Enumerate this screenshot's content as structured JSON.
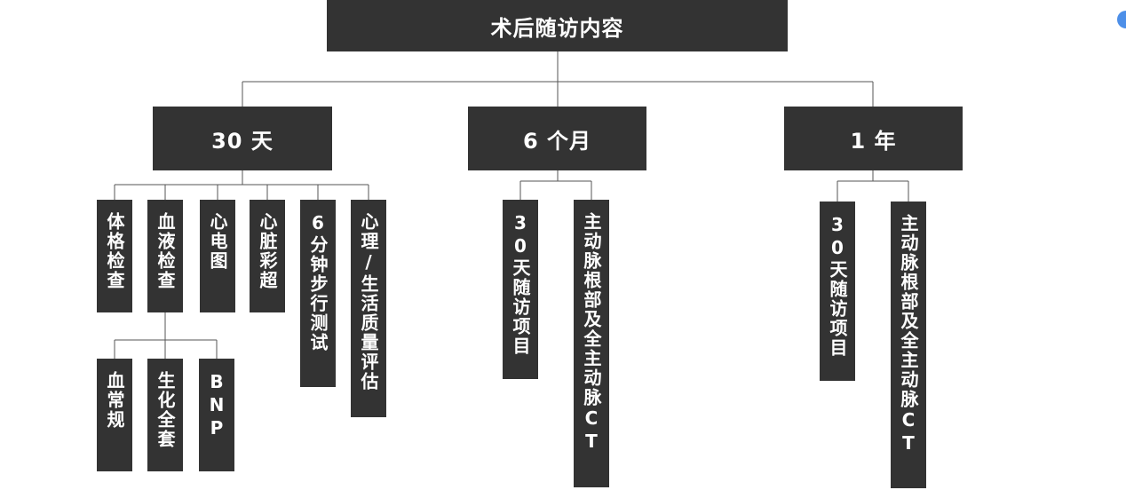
{
  "diagram": {
    "root": {
      "label": "术后随访内容"
    },
    "periods": [
      {
        "label": "30 天",
        "items": [
          {
            "label": "体格检查"
          },
          {
            "label": "血液检查",
            "children": [
              {
                "label": "血常规"
              },
              {
                "label": "生化全套"
              },
              {
                "label": "BNP"
              }
            ]
          },
          {
            "label": "心电图"
          },
          {
            "label": "心脏彩超"
          },
          {
            "label": "6分钟步行测试"
          },
          {
            "label": "心理/生活质量评估"
          }
        ]
      },
      {
        "label": "6 个月",
        "items": [
          {
            "label": "30天随访项目"
          },
          {
            "label": "主动脉根部及全主动脉CT"
          }
        ]
      },
      {
        "label": "1 年",
        "items": [
          {
            "label": "30天随访项目"
          },
          {
            "label": "主动脉根部及全主动脉CT"
          }
        ]
      }
    ]
  },
  "colors": {
    "box_fill": "#333333",
    "box_text": "#ffffff",
    "connector": "#555555",
    "badge": "#4d8fe8"
  }
}
